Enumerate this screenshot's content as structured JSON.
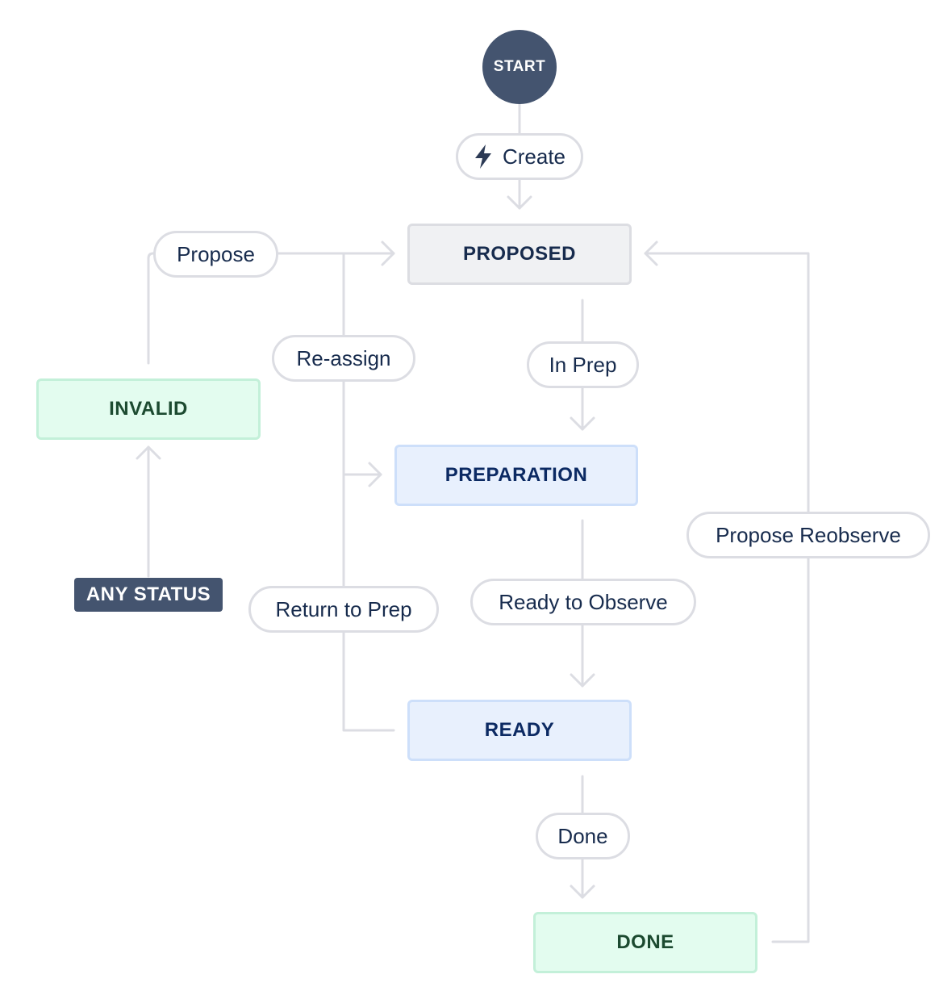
{
  "start": {
    "label": "START"
  },
  "statuses": {
    "proposed": "PROPOSED",
    "preparation": "PREPARATION",
    "ready": "READY",
    "done": "DONE",
    "invalid": "INVALID"
  },
  "any_status": {
    "label": "ANY STATUS"
  },
  "transitions": {
    "create": "Create",
    "propose": "Propose",
    "reassign": "Re-assign",
    "in_prep": "In Prep",
    "return_to_prep": "Return to Prep",
    "ready_to_observe": "Ready to Observe",
    "done": "Done",
    "propose_reobserve": "Propose Reobserve"
  },
  "icons": {
    "create": "lightning-bolt-icon"
  },
  "colors": {
    "connector": "#dcdde3",
    "start_fill": "#44546f",
    "gray_status_fill": "#f0f1f3",
    "blue_status_fill": "#e8f0fd",
    "green_status_fill": "#e3fcef",
    "text_dark": "#172b4d"
  }
}
